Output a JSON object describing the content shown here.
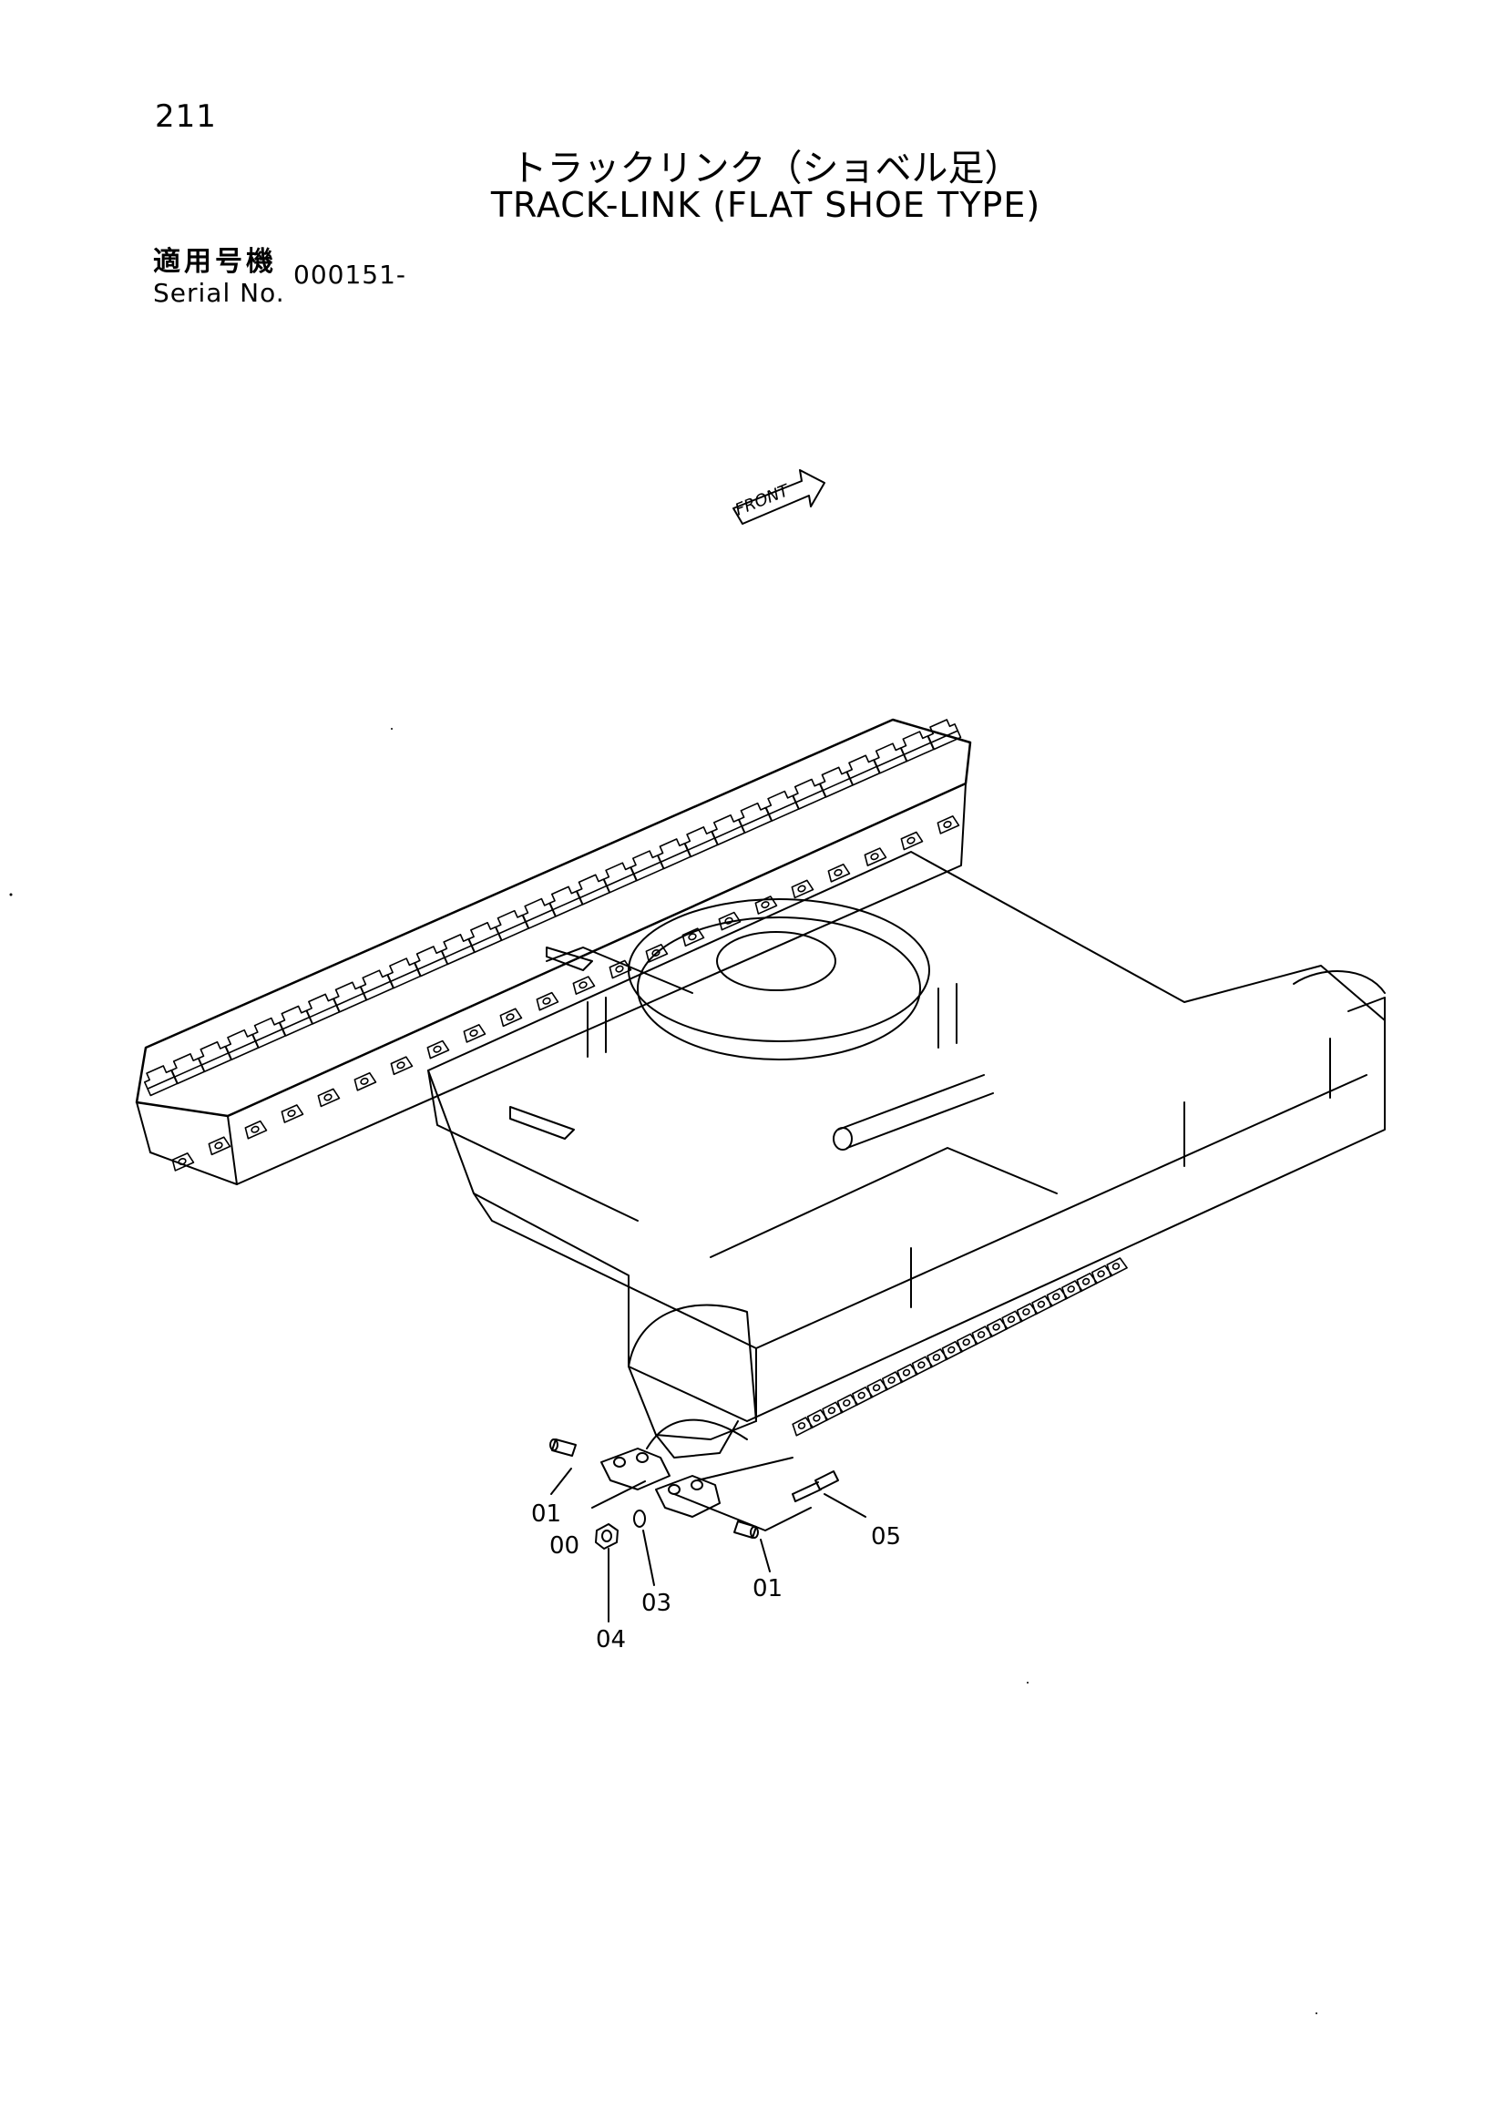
{
  "page": {
    "number": "211",
    "title_jp": "トラックリンク（ショベル足）",
    "title_en": "TRACK-LINK (FLAT SHOE TYPE)",
    "serial_label_jp": "適用号機",
    "serial_label_en": "Serial No.",
    "serial_value": "000151-"
  },
  "diagram": {
    "front_label": "FRONT",
    "callouts": [
      {
        "id": "01a",
        "text": "01"
      },
      {
        "id": "00",
        "text": "00"
      },
      {
        "id": "05",
        "text": "05"
      },
      {
        "id": "04",
        "text": "04"
      },
      {
        "id": "03",
        "text": "03"
      },
      {
        "id": "01b",
        "text": "01"
      }
    ]
  }
}
